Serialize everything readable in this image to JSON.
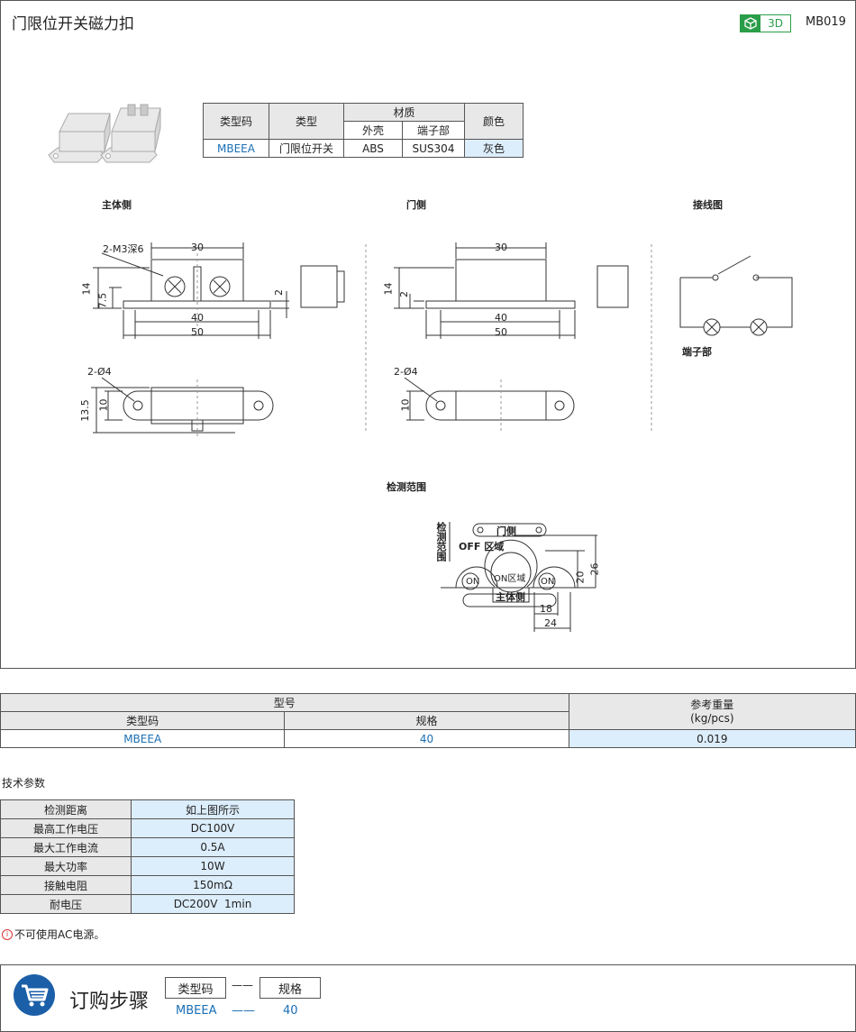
{
  "header": {
    "title": "门限位开关磁力扣",
    "badge_3d": "3D",
    "code": "MB019"
  },
  "spec_table": {
    "headers": {
      "type_code": "类型码",
      "type": "类型",
      "material": "材质",
      "shell": "外壳",
      "terminal": "端子部",
      "color": "颜色"
    },
    "row": {
      "type_code": "MBEEA",
      "type": "门限位开关",
      "shell": "ABS",
      "terminal": "SUS304",
      "color": "灰色"
    }
  },
  "drawing": {
    "main_side": "主体侧",
    "door_side": "门侧",
    "wiring": "接线图",
    "terminal_label": "端子部",
    "detect_range": "检测范围",
    "dims": {
      "m3": "2-M3深6",
      "d4": "2-Ø4",
      "d30": "30",
      "d40": "40",
      "d50": "50",
      "d14": "14",
      "d7_5": "7.5",
      "d2": "2",
      "d13_5": "13.5",
      "d10": "10",
      "d20": "20",
      "d26": "26",
      "d18": "18",
      "d24": "24"
    },
    "range_labels": {
      "door": "门侧",
      "off": "OFF 区域",
      "on_zone": "ON区域",
      "on": "ON",
      "main": "主体侧",
      "vertical": "检测范围"
    }
  },
  "model_table": {
    "model": "型号",
    "type_code": "类型码",
    "spec": "规格",
    "weight_label": "参考重量",
    "weight_unit": "(kg/pcs)",
    "row": {
      "type_code": "MBEEA",
      "spec": "40",
      "weight": "0.019"
    }
  },
  "tech": {
    "title": "技术参数",
    "rows": [
      {
        "k": "检测距离",
        "v": "如上图所示"
      },
      {
        "k": "最高工作电压",
        "v": "DC100V"
      },
      {
        "k": "最大工作电流",
        "v": "0.5A"
      },
      {
        "k": "最大功率",
        "v": "10W"
      },
      {
        "k": "接触电阻",
        "v": "150mΩ"
      },
      {
        "k": "耐电压",
        "v": "DC200V  1min"
      }
    ]
  },
  "note": {
    "icon": "info-icon",
    "text": "不可使用AC电源。"
  },
  "order": {
    "title": "订购步骤",
    "type_code_label": "类型码",
    "spec_label": "规格",
    "type_code_value": "MBEEA",
    "spec_value": "40",
    "dash": "——"
  }
}
